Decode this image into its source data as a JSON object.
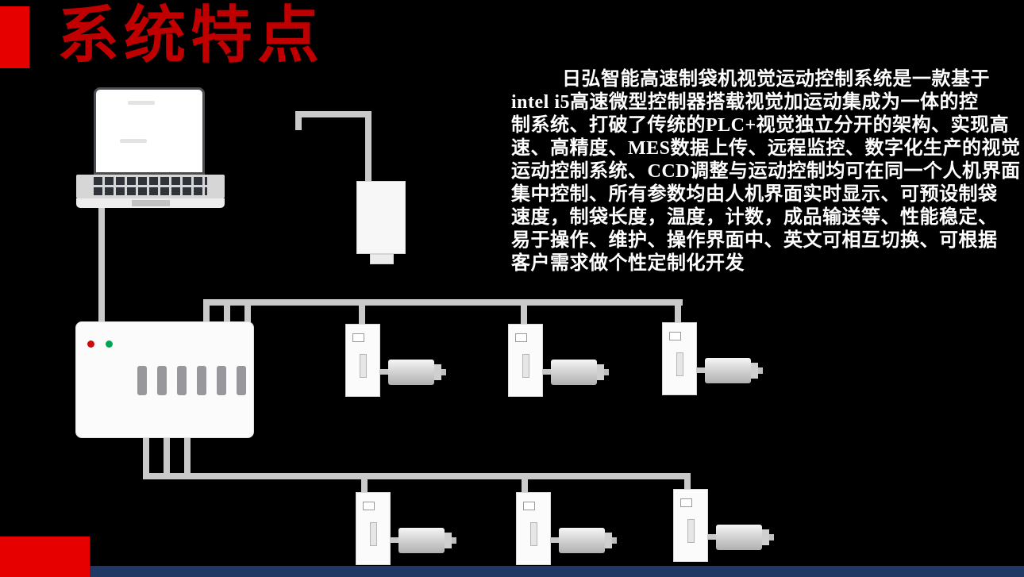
{
  "slide": {
    "title": "系统特点",
    "body": {
      "lines": [
        "日弘智能高速制袋机视觉运动控制系统是一款基于",
        "intel i5高速微型控制器搭载视觉加运动集成为一体的控",
        "制系统、打破了传统的PLC+视觉独立分开的架构、实现高",
        "速、高精度、MES数据上传、远程监控、数字化生产的视觉",
        "运动控制系统、CCD调整与运动控制均可在同一个人机界面",
        "集中控制、所有参数均由人机界面实时显示、可预设制袋",
        "速度，制袋长度，温度，计数，成品输送等、性能稳定、",
        "易于操作、维护、操作界面中、英文可相互切换、可根据",
        "客户需求做个性定制化开发"
      ]
    }
  },
  "colors": {
    "background": "#000000",
    "title_red": "#c00000",
    "accent_red": "#e60000",
    "body_text": "#ffffff",
    "footer_bar_blue": "#1f3864",
    "connector_gray": "#c9c9c9",
    "device_fill": "#fbfbfb",
    "led_red": "#cf0a0a",
    "led_green": "#00a550"
  },
  "diagram": {
    "components": {
      "laptop": "laptop-computer",
      "camera": "industrial-camera",
      "controller": {
        "type": "motion-controller",
        "leds": [
          "red",
          "green"
        ],
        "connector_slots": 6
      },
      "drive_units": {
        "type": "servo-drive-with-motor",
        "top_row_count": 3,
        "bottom_row_count": 3
      }
    }
  }
}
